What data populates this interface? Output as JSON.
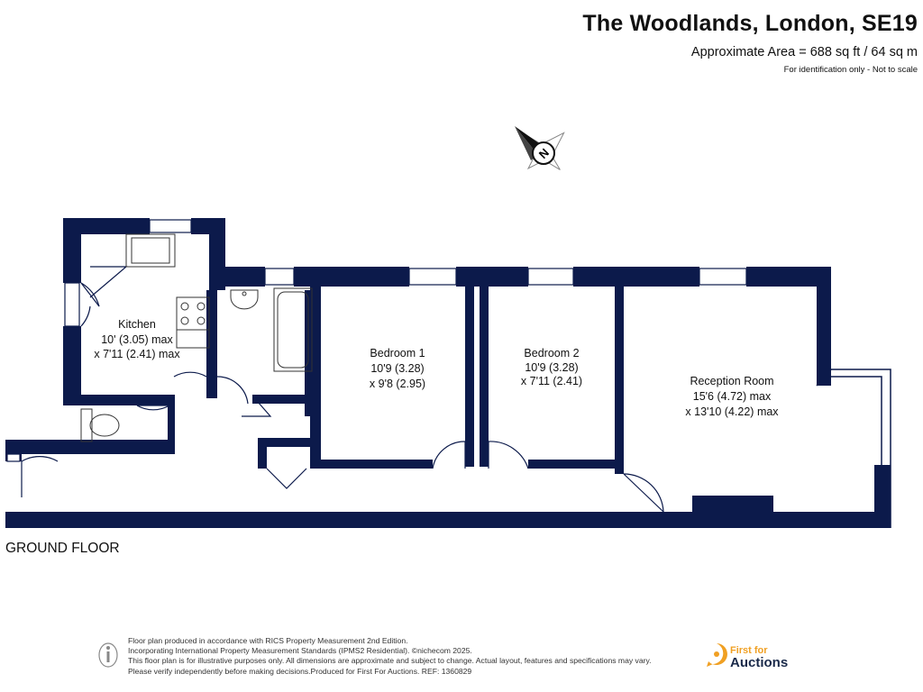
{
  "header": {
    "title": "The Woodlands, London, SE19",
    "area": "Approximate Area = 688 sq ft / 64 sq m",
    "scale_note": "For identification only - Not to scale"
  },
  "compass": {
    "letter": "N",
    "icon": "north-compass-icon"
  },
  "floor_label": "GROUND FLOOR",
  "rooms": {
    "kitchen": {
      "name": "Kitchen",
      "dim1": "10' (3.05) max",
      "dim2": "x 7'11 (2.41) max"
    },
    "bedroom1": {
      "name": "Bedroom 1",
      "dim1": "10'9 (3.28)",
      "dim2": "x 9'8 (2.95)"
    },
    "bedroom2": {
      "name": "Bedroom 2",
      "dim1": "10'9 (3.28)",
      "dim2": "x 7'11 (2.41)"
    },
    "reception": {
      "name": "Reception Room",
      "dim1": "15'6 (4.72) max",
      "dim2": "x 13'10 (4.22) max"
    }
  },
  "colors": {
    "wall": "#0c1a4b",
    "brand_orange": "#f0a023",
    "brand_navy": "#1a2a4a"
  },
  "footer": {
    "line1": "Floor plan produced in accordance with RICS Property Measurement 2nd Edition.",
    "line2": "Incorporating International Property Measurement Standards (IPMS2 Residential).  ©nichecom 2025.",
    "line3": "This floor plan is for illustrative purposes only. All dimensions are approximate and subject to change. Actual layout, features and specifications may vary.",
    "line4": "Please verify independently before making decisions.Produced for First For Auctions.   REF: 1360829"
  },
  "brand": {
    "line1": "First for",
    "line2": "Auctions",
    "icon": "first-for-auctions-logo-icon"
  }
}
